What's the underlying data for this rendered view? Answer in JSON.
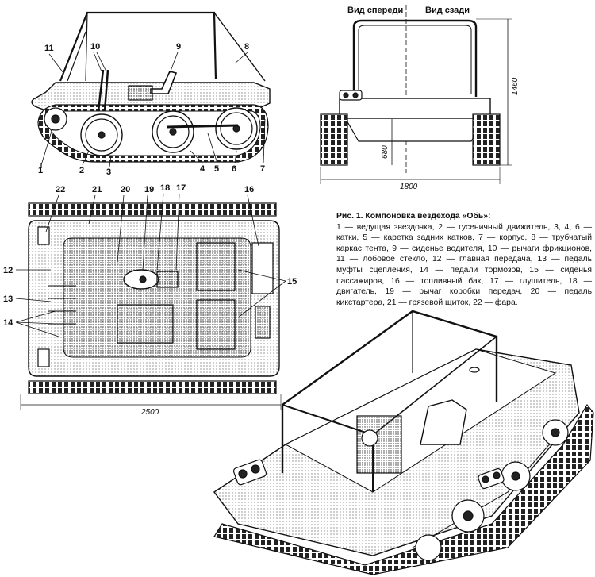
{
  "views": {
    "front": "Вид спереди",
    "rear": "Вид сзади"
  },
  "dimensions": {
    "height": "1460",
    "ground": "680",
    "width": "1800",
    "length": "2500"
  },
  "labels": {
    "side": [
      "1",
      "2",
      "3",
      "4",
      "5",
      "6",
      "7",
      "8",
      "9",
      "10",
      "11"
    ],
    "top": [
      "12",
      "13",
      "14",
      "15",
      "16",
      "17",
      "18",
      "19",
      "20",
      "21",
      "22"
    ]
  },
  "caption": {
    "title": "Рис. 1. Компоновка вездехода «Обь»:",
    "text": "1 — ведущая звездочка, 2 — гусеничный движитель, 3, 4, 6 — катки, 5 — каретка задних катков, 7 — корпус, 8 — трубчатый каркас тента, 9 — сиденье водителя, 10 — рычаги фрикционов, 11 — лобовое стекло, 12 — главная передача, 13 — педаль муфты сцепления, 14 — педали тормозов, 15 — сиденья пассажиров, 16 — топливный бак, 17 — глушитель, 18 — двигатель, 19 — рычаг коробки передач, 20 — педаль кикстартера, 21 — грязевой щиток, 22 — фара."
  }
}
